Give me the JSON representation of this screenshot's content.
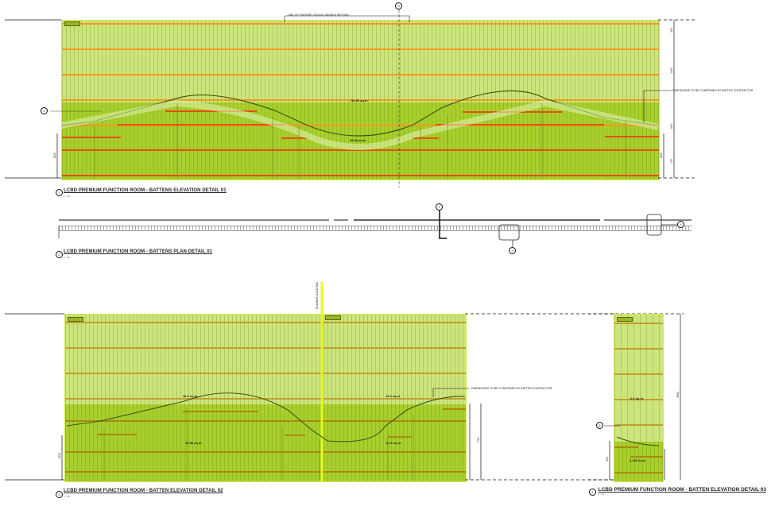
{
  "details": {
    "elevation_01": {
      "bubble": "1",
      "title": "LCBD PREMIUM FUNCTION ROOM - BATTENS ELEVATION DETAIL 01",
      "scale": "1 : 20",
      "note_top": "LINE OF FEATURE CEILING DASHED BEYOND",
      "note_right": "DIMENSIONS TO BE CONFIRMED BY BATTEN CONTRACTOR",
      "grid_bubble": "G",
      "section_bubble": "2",
      "areas": [
        "52.96 sq m",
        "25.08 sq m"
      ],
      "dimensions": [
        "300",
        "1400",
        "1061",
        "700",
        "1826",
        "1826"
      ]
    },
    "plan_01": {
      "bubble": "2",
      "title": "LCBD PREMIUM FUNCTION ROOM - BATTENS PLAN DETAIL 01",
      "scale": "1 : 20",
      "marker_bubbles": [
        "1",
        "3",
        "4"
      ]
    },
    "elevation_02": {
      "bubble": "3",
      "title": "LCBD PREMIUM FUNCTION ROOM - BATTEN ELEVATION DETAIL 02",
      "scale": "1 : 20",
      "note_vertical": "FOLDING LOCATION",
      "note_right": "DIMENSIONS TO BE CONFIRMED BY BATTEN CONTRACTOR.",
      "areas": [
        "16.4 sq m",
        "12.6 sq m",
        "10.98 sq m",
        "6.12 sq m"
      ],
      "dimensions": [
        "1826",
        "1761"
      ]
    },
    "elevation_03": {
      "bubble": "4",
      "title": "LCBD PREMIUM FUNCTION ROOM - BATTEN ELEVATION DETAIL 03",
      "scale": "1 : 20",
      "section_bubble": "5",
      "areas": [
        "6.6 sq m",
        "1.236 sq m"
      ],
      "dimensions": [
        "3660",
        "603"
      ]
    }
  },
  "colors": {
    "panel_light": "#cde57d",
    "panel_dark": "#a8cf2c",
    "batten_orange": "#f39a1e",
    "batten_red": "#e94e10",
    "batten_olive": "#a88a10",
    "curve": "#3c5a10",
    "folding_line": "#e8f81a"
  }
}
